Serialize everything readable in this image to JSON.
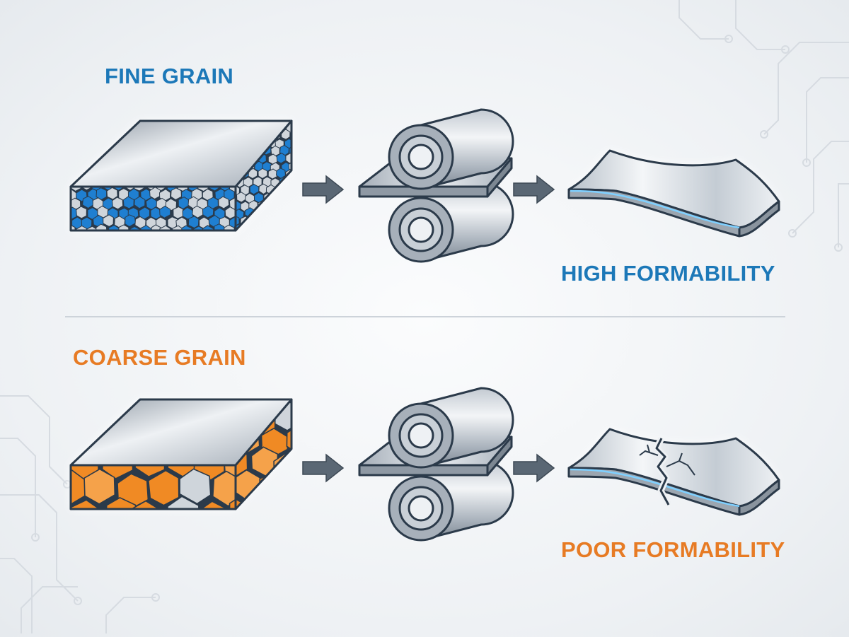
{
  "colors": {
    "fine": "#1c78b8",
    "coarse": "#e77b24",
    "outline": "#2b3a4a",
    "metal_light": "#eef1f4",
    "metal_dark": "#9aa3ad",
    "grain_blue": "#1f7fd1",
    "grain_orange": "#f08a24",
    "grain_gray": "#cfd5db"
  },
  "rows": [
    {
      "id": "fine",
      "grain_label": "FINE GRAIN",
      "result_label": "HIGH FORMABILITY",
      "grain_size": "fine",
      "sheet_state": "intact",
      "icons": [
        "fine-grain-block-icon",
        "arrow-right-icon",
        "rolling-mill-icon",
        "arrow-right-icon",
        "bent-sheet-icon"
      ]
    },
    {
      "id": "coarse",
      "grain_label": "COARSE GRAIN",
      "result_label": "POOR FORMABILITY",
      "grain_size": "coarse",
      "sheet_state": "cracked",
      "icons": [
        "coarse-grain-block-icon",
        "arrow-right-icon",
        "rolling-mill-icon",
        "arrow-right-icon",
        "cracked-sheet-icon"
      ]
    }
  ]
}
